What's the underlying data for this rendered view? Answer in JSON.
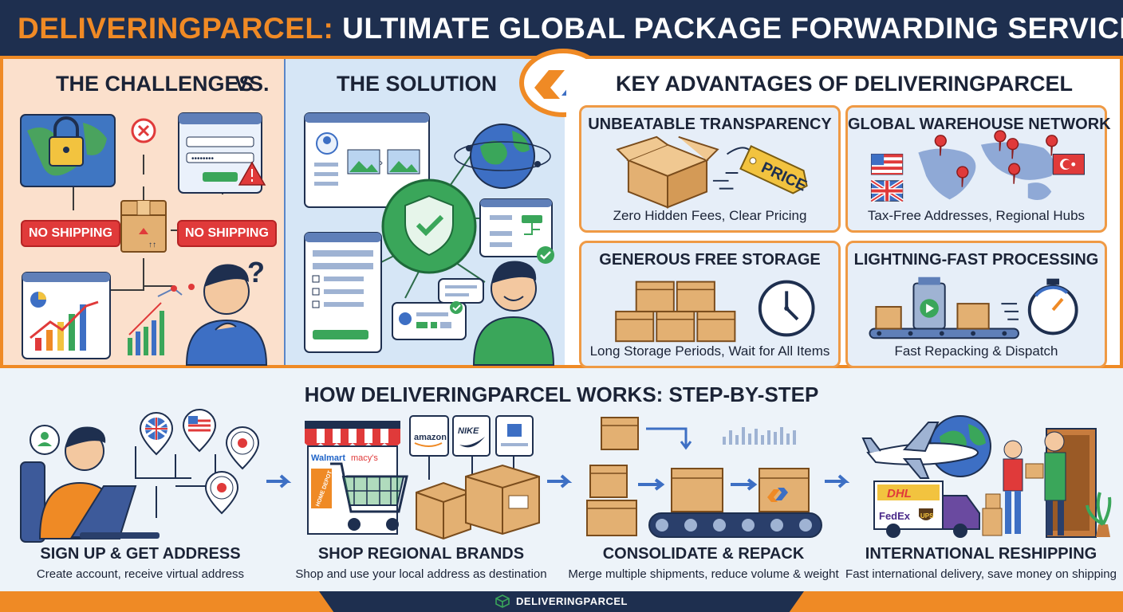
{
  "header": {
    "brand": "DELIVERINGPARCEL:",
    "title": "ULTIMATE GLOBAL PACKAGE FORWARDING SERVICE"
  },
  "top": {
    "challenges_title": "THE CHALLENGES",
    "vs": "VS.",
    "solution_title": "THE SOLUTION",
    "no_shipping_1": "NO SHIPPING",
    "no_shipping_2": "NO SHIPPING",
    "advantages_title": "KEY ADVANTAGES OF DELIVERINGPARCEL"
  },
  "advantages": [
    {
      "title": "UNBEATABLE TRANSPARENCY",
      "subtitle": "Zero Hidden Fees, Clear Pricing",
      "tag": "PRICE"
    },
    {
      "title": "GLOBAL WAREHOUSE NETWORK",
      "subtitle": "Tax-Free Addresses, Regional Hubs"
    },
    {
      "title": "GENEROUS FREE STORAGE",
      "subtitle": "Long Storage Periods, Wait for All Items"
    },
    {
      "title": "LIGHTNING-FAST PROCESSING",
      "subtitle": "Fast Repacking & Dispatch"
    }
  ],
  "steps_title": "HOW DELIVERINGPARCEL WORKS: STEP-BY-STEP",
  "steps": [
    {
      "title": "SIGN UP & GET ADDRESS",
      "subtitle": "Create account, receive virtual address"
    },
    {
      "title": "SHOP REGIONAL BRANDS",
      "subtitle": "Shop and use your local address as destination"
    },
    {
      "title": "CONSOLIDATE & REPACK",
      "subtitle": "Merge multiple shipments, reduce volume & weight"
    },
    {
      "title": "INTERNATIONAL RESHIPPING",
      "subtitle": "Fast international delivery, save money on shipping"
    }
  ],
  "brands": {
    "walmart": "Walmart",
    "macys": "macy's",
    "amazon": "amazon",
    "nike": "NIKE",
    "home_depot": "HOME DEPOT"
  },
  "carriers": {
    "dhl": "DHL",
    "fedex": "FedEx",
    "ups": "UPS"
  },
  "footer": {
    "logo_text": "DELIVERINGPARCEL"
  },
  "colors": {
    "navy": "#1e2f4f",
    "orange": "#ef8a25",
    "red": "#e03a3a",
    "green": "#3aa65a",
    "blue": "#3d6fc4"
  }
}
